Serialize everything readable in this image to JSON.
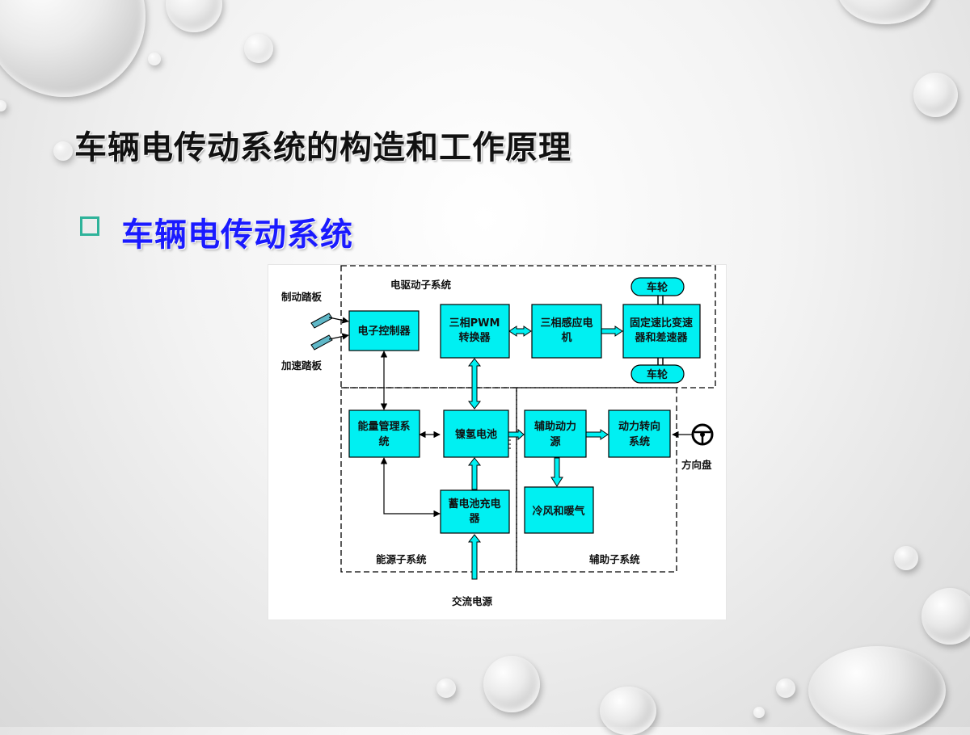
{
  "slide": {
    "title": "车辆电传动系统的构造和工作原理",
    "bullet": "车辆电传动系统"
  },
  "diagram": {
    "subsystems": {
      "drive": "电驱动子系统",
      "energy": "能源子系统",
      "aux": "辅助子系统"
    },
    "external_labels": {
      "brake_pedal": "制动踏板",
      "accel_pedal": "加速踏板",
      "steering_wheel": "方向盘",
      "ac_power": "交流电源"
    },
    "blocks": {
      "controller": "电子控制器",
      "pwm_converter": [
        "三相PWM",
        "转换器"
      ],
      "induction_motor": [
        "三相感应电",
        "机"
      ],
      "transmission": [
        "固定速比变速",
        "器和差速器"
      ],
      "wheel_top": "车轮",
      "wheel_bottom": "车轮",
      "energy_mgmt": [
        "能量管理系",
        "统"
      ],
      "nimh_battery": "镍氢电池",
      "charger": [
        "蓄电池充电",
        "器"
      ],
      "aux_power": [
        "辅助动力",
        "源"
      ],
      "power_steering": [
        "动力转向",
        "系统"
      ],
      "ac_heating": "冷风和暖气"
    },
    "colors": {
      "block_fill": "#00f0f2",
      "title_text": "#111111",
      "bullet_text": "#1a1aff",
      "bullet_box": "#2fb39a"
    }
  }
}
